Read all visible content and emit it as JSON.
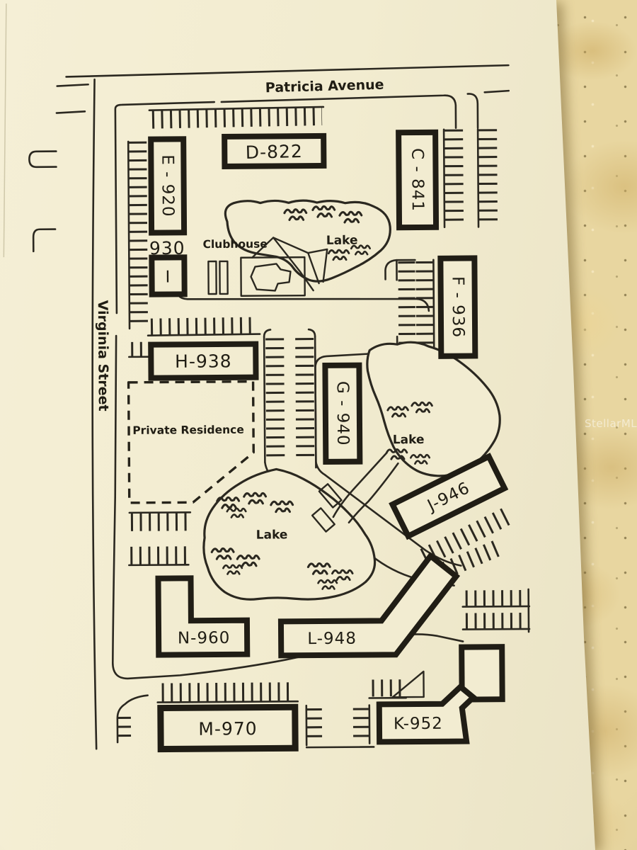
{
  "photo": {
    "watermark": "StellarMLS"
  },
  "colors": {
    "ink": "#2b2820",
    "building_outline": "#201d15",
    "paper": "#f2ecd1",
    "countertop": "#e8d6a0",
    "watermark_color": "rgba(255,255,255,0.52)"
  },
  "map": {
    "streets": {
      "patricia": "Patricia Avenue",
      "virginia": "Virginia Street"
    },
    "buildings": {
      "d": "D-822",
      "e": "E - 920",
      "c": "C - 841",
      "i_number": "930",
      "i": "I",
      "f": "F - 936",
      "h": "H-938",
      "g": "G - 940",
      "j": "J-946",
      "n": "N-960",
      "l": "L-948",
      "m": "M-970",
      "k": "K-952"
    },
    "places": {
      "clubhouse": "Clubhouse",
      "private_residence": "Private Residence",
      "lake_top": "Lake",
      "lake_middle": "Lake",
      "lake_bottom": "Lake"
    }
  }
}
